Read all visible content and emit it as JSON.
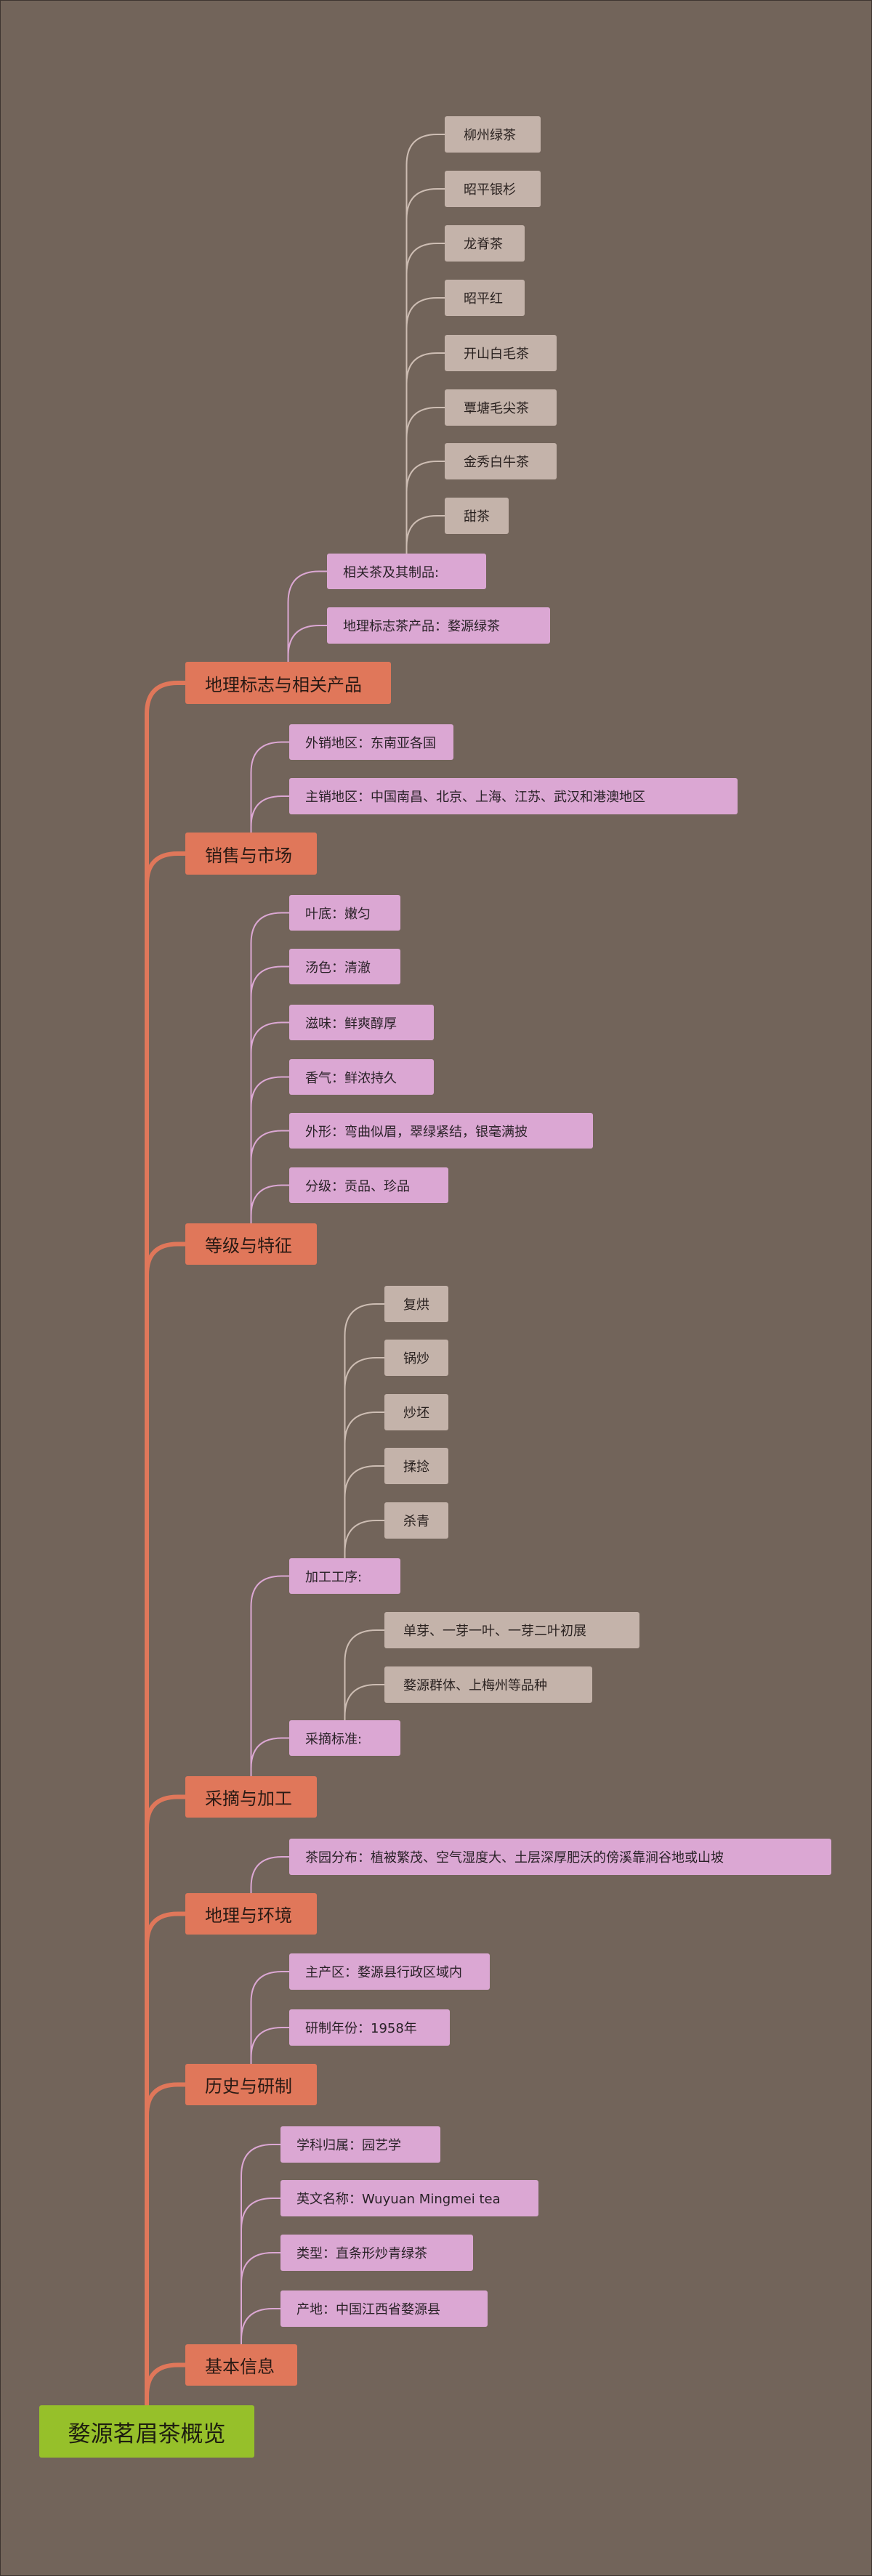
{
  "root": {
    "title": "婺源茗眉茶概览"
  },
  "colors": {
    "background": "#72645a",
    "root": "#96c02a",
    "topic": "#e0775a",
    "subtopic": "#dba7d3",
    "leaf": "#c4b3aa"
  },
  "topics": [
    {
      "label": "地理标志与相关产品",
      "children": [
        {
          "label": "相关茶及其制品:",
          "children": [
            "柳州绿茶",
            "昭平银杉",
            "龙脊茶",
            "昭平红",
            "开山白毛茶",
            "覃塘毛尖茶",
            "金秀白牛茶",
            "甜茶"
          ]
        },
        {
          "label": "地理标志茶产品：婺源绿茶"
        }
      ]
    },
    {
      "label": "销售与市场",
      "children": [
        {
          "label": "外销地区：东南亚各国"
        },
        {
          "label": "主销地区：中国南昌、北京、上海、江苏、武汉和港澳地区"
        }
      ]
    },
    {
      "label": "等级与特征",
      "children": [
        {
          "label": "叶底：嫩匀"
        },
        {
          "label": "汤色：清澈"
        },
        {
          "label": "滋味：鲜爽醇厚"
        },
        {
          "label": "香气：鲜浓持久"
        },
        {
          "label": "外形：弯曲似眉，翠绿紧结，银毫满披"
        },
        {
          "label": "分级：贡品、珍品"
        }
      ]
    },
    {
      "label": "采摘与加工",
      "children": [
        {
          "label": "加工工序:",
          "children": [
            "复烘",
            "锅炒",
            "炒坯",
            "揉捻",
            "杀青"
          ]
        },
        {
          "label": "采摘标准:",
          "children": [
            "单芽、一芽一叶、一芽二叶初展",
            "婺源群体、上梅州等品种"
          ]
        }
      ]
    },
    {
      "label": "地理与环境",
      "children": [
        {
          "label": "茶园分布：植被繁茂、空气湿度大、土层深厚肥沃的傍溪靠涧谷地或山坡"
        }
      ]
    },
    {
      "label": "历史与研制",
      "children": [
        {
          "label": "主产区：婺源县行政区域内"
        },
        {
          "label": "研制年份：1958年"
        }
      ]
    },
    {
      "label": "基本信息",
      "children": [
        {
          "label": "学科归属：园艺学"
        },
        {
          "label": "英文名称：Wuyuan Mingmei tea"
        },
        {
          "label": "类型：直条形炒青绿茶"
        },
        {
          "label": "产地：中国江西省婺源县"
        }
      ]
    }
  ]
}
